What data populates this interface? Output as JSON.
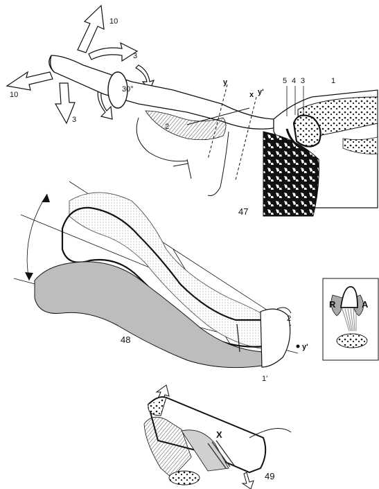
{
  "figure_47": {
    "number": "47",
    "arrow_labels": {
      "up_right": "10",
      "right": "3",
      "left": "10",
      "down": "3"
    },
    "rotation_label": "30°",
    "muscle_label": "2",
    "axis_labels": {
      "y": "y",
      "x": "x",
      "y_prime": "y'"
    },
    "joint_labels": [
      "5",
      "4",
      "3",
      "1"
    ]
  },
  "figure_48": {
    "number": "48",
    "labels": {
      "top_right": "2",
      "bottom": "1'",
      "axis": "y'"
    },
    "inset_labels": {
      "left": "R",
      "right": "A"
    }
  },
  "figure_49": {
    "number": "49",
    "label_x": "X"
  }
}
